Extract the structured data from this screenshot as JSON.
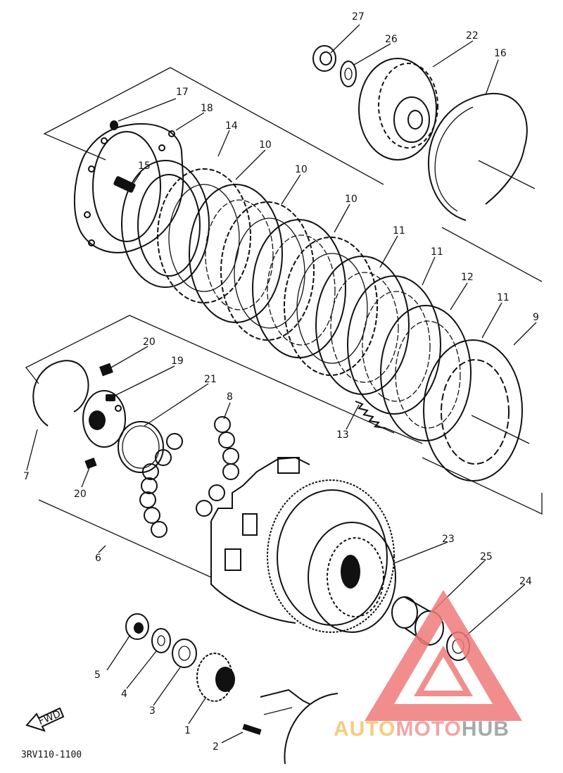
{
  "diagram": {
    "part_labels": [
      "1",
      "2",
      "3",
      "4",
      "5",
      "6",
      "7",
      "8",
      "9",
      "10",
      "10",
      "10",
      "11",
      "11",
      "11",
      "12",
      "13",
      "14",
      "15",
      "16",
      "17",
      "18",
      "19",
      "20",
      "20",
      "21",
      "22",
      "23",
      "24",
      "25",
      "26",
      "27"
    ],
    "drawing_code": "3RV110-1100",
    "fwd_label": "FWD"
  },
  "watermark": {
    "part1": "AUTO",
    "part2": "MOTO",
    "part3": "HUB",
    "color_triangle": "#f07a7a",
    "color_auto": "#f5c26b",
    "color_moto": "#ef9696",
    "color_hub": "#9a9a9a"
  }
}
